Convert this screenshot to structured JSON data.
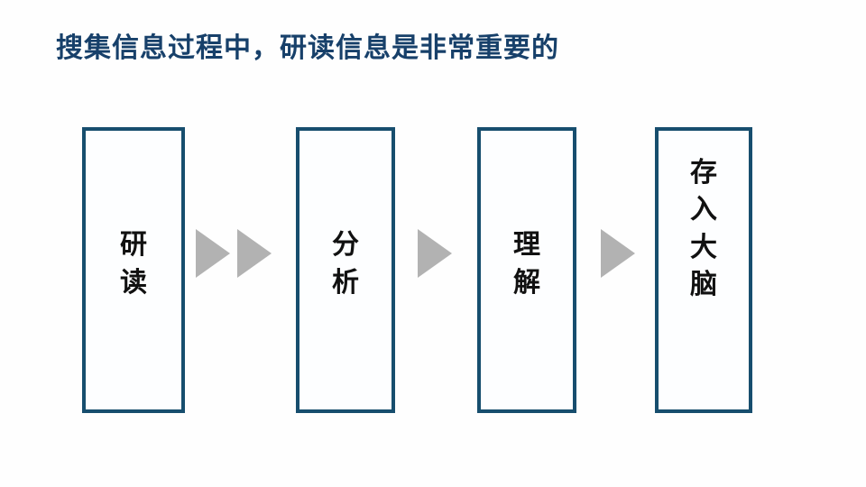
{
  "slide": {
    "title": "搜集信息过程中，研读信息是非常重要的",
    "title_color": "#17406a",
    "background_color": "#fefefe",
    "box_border_color": "#174e6e",
    "box_fill_color": "#fdfeff",
    "arrow_color": "#b2b2b2",
    "label_color": "#111111"
  },
  "flow": {
    "steps": [
      {
        "label": "研读",
        "name": "step-yandu"
      },
      {
        "label": "分析",
        "name": "step-fenxi"
      },
      {
        "label": "理解",
        "name": "step-lijie"
      },
      {
        "label": "存入大脑",
        "name": "step-cunrudanao"
      }
    ],
    "arrows": [
      {
        "name": "arrow-1",
        "glyph": "▶"
      },
      {
        "name": "arrow-2",
        "glyph": "▶"
      },
      {
        "name": "arrow-3",
        "glyph": "▶"
      },
      {
        "name": "arrow-4",
        "glyph": "▶"
      }
    ]
  }
}
